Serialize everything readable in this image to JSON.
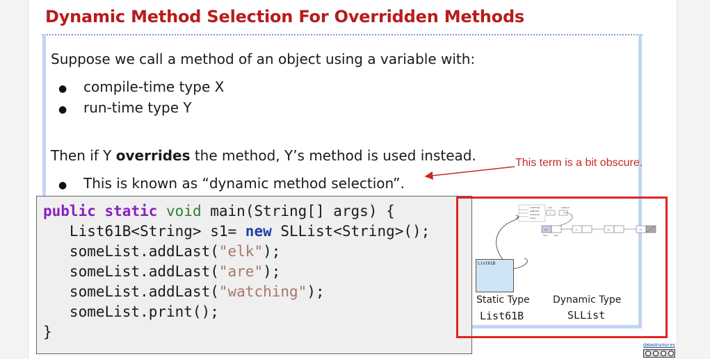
{
  "slide": {
    "title": "Dynamic Method Selection For Overridden Methods",
    "intro": "Suppose we call a method of an object using a variable with:",
    "bullets": [
      "compile-time type X",
      "run-time type Y"
    ],
    "then_pre": "Then if Y ",
    "then_bold": "overrides",
    "then_post": " the method, Y’s method is used instead.",
    "sub_bullet": "This is known as “dynamic method selection”.",
    "annotation": "This term is a bit obscure.",
    "colors": {
      "title": "#b71c1c",
      "annotation": "#c62828",
      "box_border": "#c1d5f4",
      "highlight_box": "#e02424"
    }
  },
  "code": {
    "lines": [
      {
        "parts": [
          {
            "t": "public",
            "c": "kw"
          },
          {
            "t": " "
          },
          {
            "t": "static",
            "c": "kw"
          },
          {
            "t": " "
          },
          {
            "t": "void",
            "c": "typ"
          },
          {
            "t": " main(String[] args) {"
          }
        ]
      },
      {
        "parts": [
          {
            "t": "   List61B<String> s1= "
          },
          {
            "t": "new",
            "c": "kwb"
          },
          {
            "t": " SLList<String>();"
          }
        ]
      },
      {
        "parts": [
          {
            "t": "   someList.addLast("
          },
          {
            "t": "\"elk\"",
            "c": "str"
          },
          {
            "t": ");"
          }
        ]
      },
      {
        "parts": [
          {
            "t": "   someList.addLast("
          },
          {
            "t": "\"are\"",
            "c": "str"
          },
          {
            "t": ");"
          }
        ]
      },
      {
        "parts": [
          {
            "t": "   someList.addLast("
          },
          {
            "t": "\"watching\"",
            "c": "str"
          },
          {
            "t": ");"
          }
        ]
      },
      {
        "parts": [
          {
            "t": "   someList.print();"
          }
        ]
      },
      {
        "parts": [
          {
            "t": "}"
          }
        ]
      }
    ]
  },
  "diagram": {
    "static_box_label": "List61B",
    "static_caption": "Static Type",
    "static_type": "List61B",
    "dynamic_caption": "Dynamic Type",
    "dynamic_type": "SLList",
    "method_list": [
      "addFirst()",
      "getFirst()",
      "addLast()",
      "size()"
    ],
    "field_labels": [
      "size",
      "sentinel"
    ],
    "size_value": "3",
    "sentinel_value": "63",
    "node_values": [
      "5",
      "10",
      "15"
    ],
    "node_sublabels": [
      "item",
      "next"
    ]
  },
  "footer": {
    "site": "datastructur.es"
  }
}
